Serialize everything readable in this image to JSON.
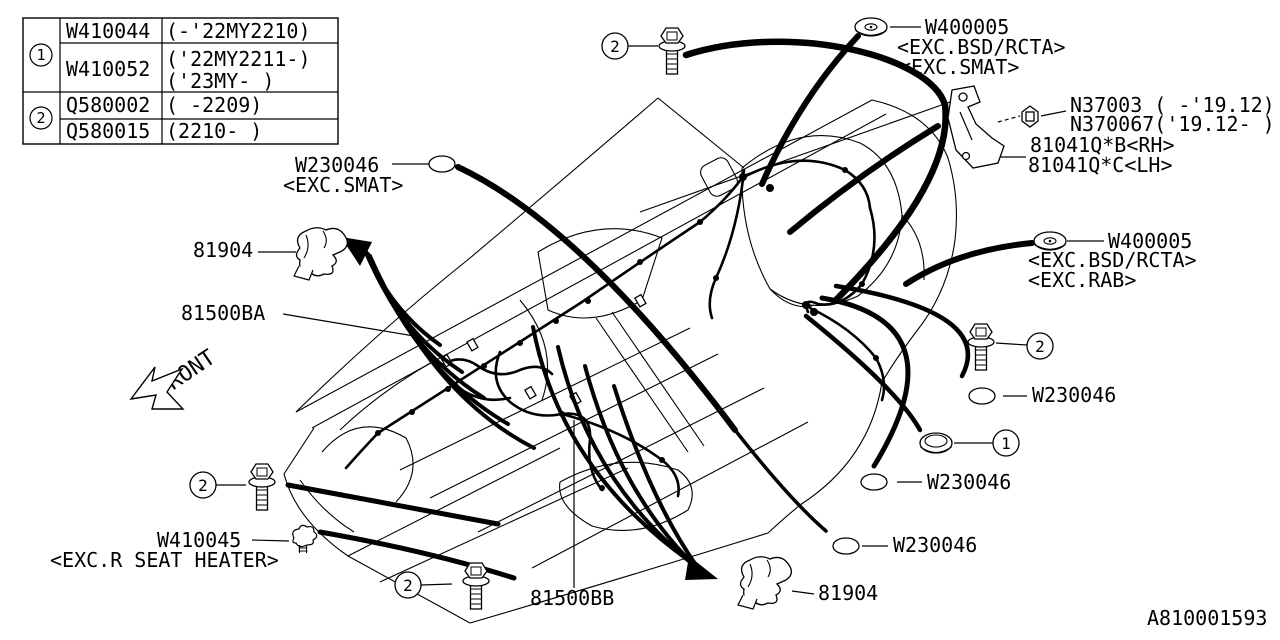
{
  "colors": {
    "line": "#000000",
    "background": "#ffffff"
  },
  "legend_table": {
    "refs": [
      "1",
      "2"
    ],
    "rows": [
      {
        "part": "W410044",
        "date": "(-'22MY2210)"
      },
      {
        "part": "W410052",
        "date1": "('22MY2211-)",
        "date2": "('23MY-  )"
      },
      {
        "part": "Q580002",
        "date": "( -2209)"
      },
      {
        "part": "Q580015",
        "date": "(2210- )"
      }
    ]
  },
  "ref_markers": {
    "one": "1",
    "two": "2"
  },
  "callouts": {
    "w400005_top": {
      "part": "W400005",
      "qual1": "<EXC.BSD/RCTA>",
      "qual2": "<EXC.SMAT>"
    },
    "n37003": {
      "label": "N37003 ( -'19.12)"
    },
    "n370067": {
      "label": "N370067('19.12- )"
    },
    "bracket_rh": {
      "label": "81041Q*B<RH>"
    },
    "bracket_lh": {
      "label": "81041Q*C<LH>"
    },
    "w230046_exc_smat": {
      "part": "W230046",
      "qual": "<EXC.SMAT>"
    },
    "clip_81904_left": {
      "label": "81904"
    },
    "harness_81500ba": {
      "label": "81500BA"
    },
    "w400005_right": {
      "part": "W400005",
      "qual1": "<EXC.BSD/RCTA>",
      "qual2": "<EXC.RAB>"
    },
    "w230046_right": {
      "label": "W230046"
    },
    "w230046_mid": {
      "label": "W230046"
    },
    "w230046_bottom": {
      "label": "W230046"
    },
    "w410045": {
      "part": "W410045",
      "qual": "<EXC.R SEAT HEATER>"
    },
    "harness_81500bb": {
      "label": "81500BB"
    },
    "clip_81904_bottom": {
      "label": "81904"
    }
  },
  "front_indicator": {
    "label": "FRONT"
  },
  "footer": {
    "diagram_code": "A810001593"
  }
}
